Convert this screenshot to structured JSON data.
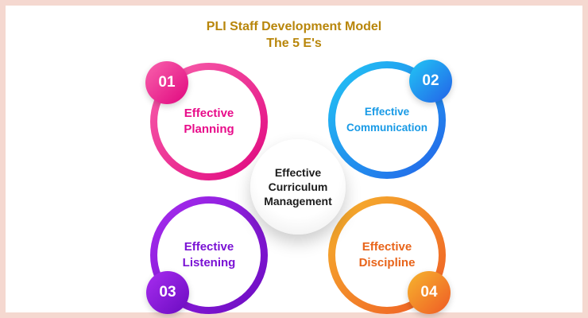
{
  "frame": {
    "border_color": "#f5d8d0"
  },
  "title": {
    "line1": "PLI Staff Development Model",
    "line2": "The 5 E's",
    "color": "#b8860b"
  },
  "center": {
    "label": "Effective\nCurriculum\nManagement"
  },
  "nodes": [
    {
      "number": "01",
      "label": "Effective\nPlanning",
      "position": "top-left",
      "text_color": "#e80c8a",
      "gradient_start": "#f963ad",
      "gradient_end": "#e0077f"
    },
    {
      "number": "02",
      "label": "Effective\nCommunication",
      "position": "top-right",
      "text_color": "#189ae6",
      "gradient_start": "#22c7f5",
      "gradient_end": "#2361e8"
    },
    {
      "number": "03",
      "label": "Effective\nListening",
      "position": "bottom-left",
      "text_color": "#7a12d4",
      "gradient_start": "#a82df0",
      "gradient_end": "#6a0bc0"
    },
    {
      "number": "04",
      "label": "Effective\nDiscipline",
      "position": "bottom-right",
      "text_color": "#e8641a",
      "gradient_start": "#f6b52e",
      "gradient_end": "#ef5a25"
    }
  ]
}
